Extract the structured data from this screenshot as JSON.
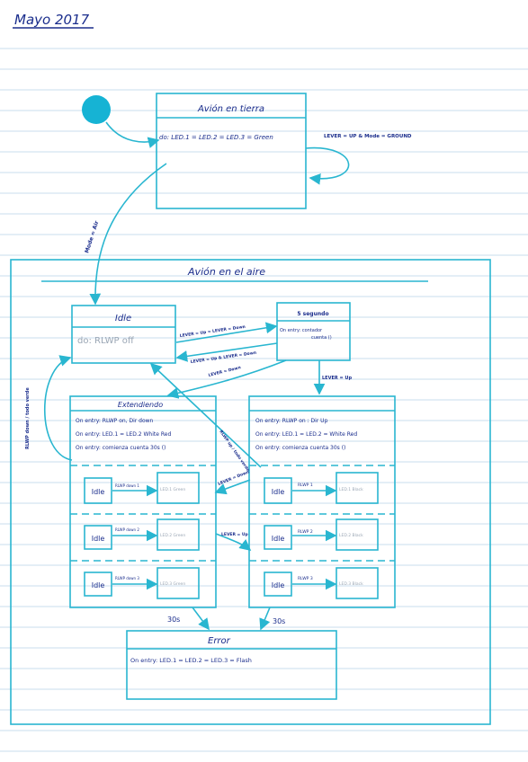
{
  "colors": {
    "ink": "#29b6d0",
    "dark_ink": "#1a2d8c",
    "gray_ink": "#9aa6b4",
    "ruled_line": "#dce8f4",
    "start_dot": "#16b3d4"
  },
  "header": {
    "date": "Mayo 2017"
  },
  "states": {
    "ground": {
      "title": "Avión en tierra",
      "action": "do: LED.1 = LED.2 = LED.3 = Green"
    },
    "air": {
      "title": "Avión en el aire"
    },
    "idle": {
      "title": "Idle",
      "action": "do: RLWP off"
    },
    "wait5": {
      "title": "5 segundo",
      "action_a": "On entry: contador",
      "action_b": "cuenta ()"
    },
    "extending": {
      "title": "Extendiendo",
      "entry1": "On entry: RLWP on, Dir down",
      "entry2": "On entry: LED.1 = LED.2 White Red",
      "entry3": "On entry: comienza cuenta 30s ()"
    },
    "retracting": {
      "title": "",
      "entry1": "On entry: RLWP on : Dir Up",
      "entry2": "On entry: LED.1 = LED.2 = White Red",
      "entry3": "On entry: comienza cuenta 30s ()"
    },
    "error": {
      "title": "Error",
      "entry": "On entry: LED.1 = LED.2 = LED.3 = Flash"
    }
  },
  "substates": {
    "left": [
      {
        "idle": "Idle",
        "trigger": "RLWP down 1",
        "target": "LED.1 Green"
      },
      {
        "idle": "Idle",
        "trigger": "RLWP down 2",
        "target": "LED.2 Green"
      },
      {
        "idle": "Idle",
        "trigger": "RLWP down 3",
        "target": "LED.3 Green"
      }
    ],
    "right": [
      {
        "idle": "Idle",
        "trigger": "RLWP 1",
        "target": "LED.1 Black"
      },
      {
        "idle": "Idle",
        "trigger": "RLWP 2",
        "target": "LED.2 Black"
      },
      {
        "idle": "Idle",
        "trigger": "RLWP 3",
        "target": "LED.3 Black"
      }
    ]
  },
  "transitions": {
    "ground_self": "LEVER = UP  &  Mode = GROUND",
    "ground_to_air": "Mode = Air",
    "idle_to_wait": "LEVER = Up  =  LEVER = Down",
    "wait_to_idle": "LEVER = Up  &  LEVER = Down",
    "wait_to_extend": "LEVER = Down",
    "wait_to_retract": "LEVER = Up",
    "extend_to_idle": "RLWP down / todo verde",
    "retract_to_idle": "RLWP up / todo verde",
    "cross_right_to_left": "LEVER = Down",
    "cross_left_to_right": "LEVER = Up",
    "timeout_left": "30s",
    "timeout_right": "30s"
  }
}
